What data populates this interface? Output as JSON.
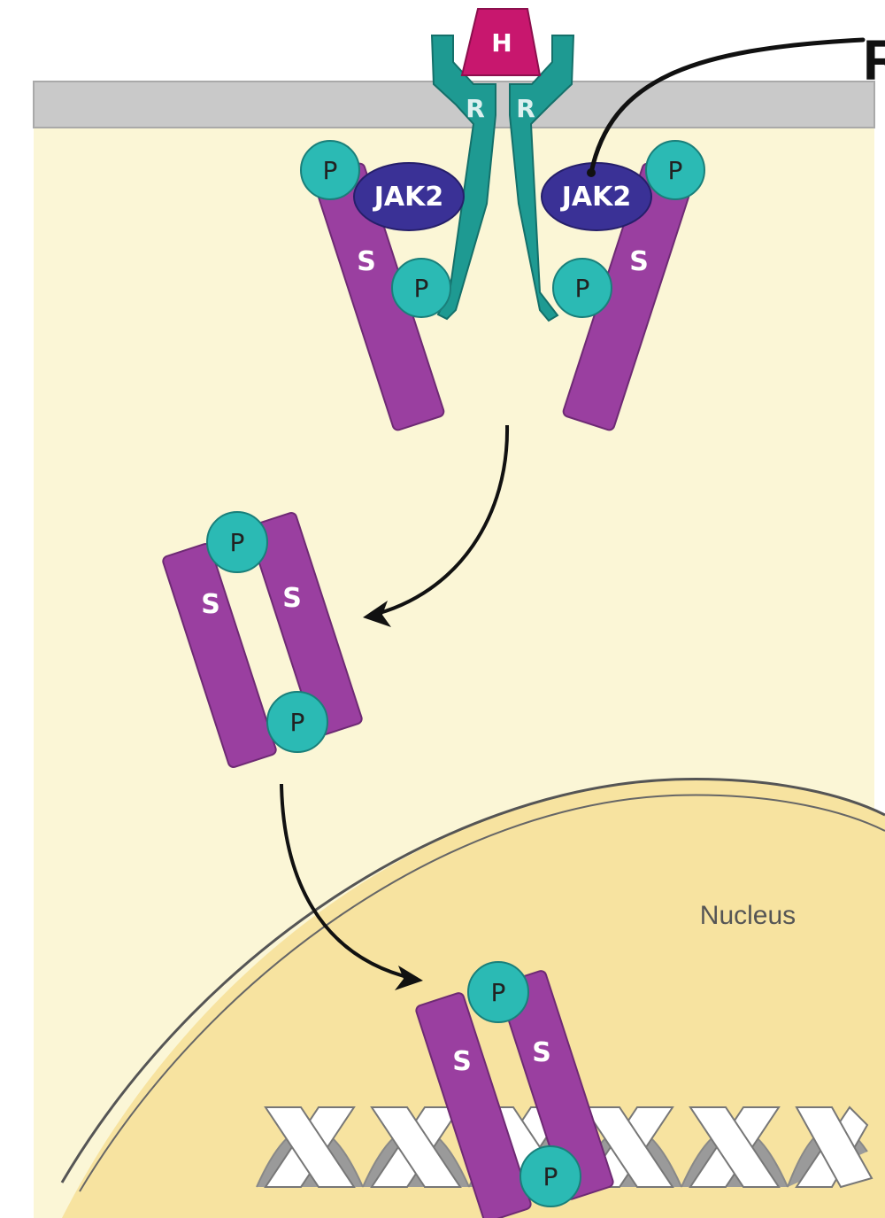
{
  "labels": {
    "hormone": "H",
    "receptor_left": "R",
    "receptor_right": "R",
    "jak_left": "JAK2",
    "jak_right": "JAK2",
    "phosphate": "P",
    "stat": "S",
    "nucleus": "Nucleus",
    "cut_off_annotation": "R"
  },
  "colors": {
    "cytoplasm": "#fbf6d6",
    "nucleus": "#f7e3a0",
    "membrane": "#c9c9c9",
    "hormone": "#c8176e",
    "receptor": "#1e9a92",
    "jak2": "#3a3196",
    "stat": "#9a3fa0",
    "phosphate": "#2bbab4",
    "dna_white": "#ffffff",
    "dna_grey": "#9a9a9a",
    "arrow": "#111111"
  }
}
